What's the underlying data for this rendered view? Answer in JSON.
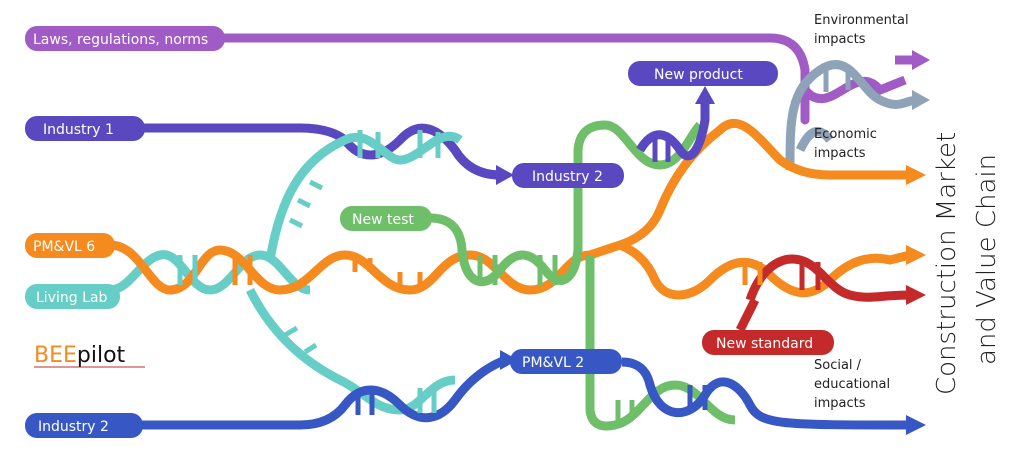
{
  "inputs": {
    "laws": "Laws, regulations, norms",
    "industry1": "Industry 1",
    "pmvl6": "PM&VL 6",
    "living_lab": "Living Lab",
    "industry2_bottom": "Industry 2"
  },
  "nodes": {
    "new_test": "New test",
    "industry2_mid": "Industry 2",
    "new_product": "New product",
    "pmvl2": "PM&VL 2",
    "new_standard": "New standard"
  },
  "impacts": {
    "environmental_1": "Environmental",
    "environmental_2": "impacts",
    "economic_1": "Economic",
    "economic_2": "impacts",
    "social_1": "Social /",
    "social_2": "educational",
    "social_3": "impacts"
  },
  "logo": {
    "part1": "BEE",
    "part2": "pilot"
  },
  "side_title": {
    "line1": "Construction Market",
    "line2": "and Value Chain"
  },
  "colors": {
    "purple": "#a05bc4",
    "indigo": "#5a48c0",
    "teal": "#66cec6",
    "orange": "#f58a1f",
    "green": "#6fbf6a",
    "blue": "#3657c4",
    "grey": "#8fa3b8",
    "red": "#c42a2a"
  }
}
